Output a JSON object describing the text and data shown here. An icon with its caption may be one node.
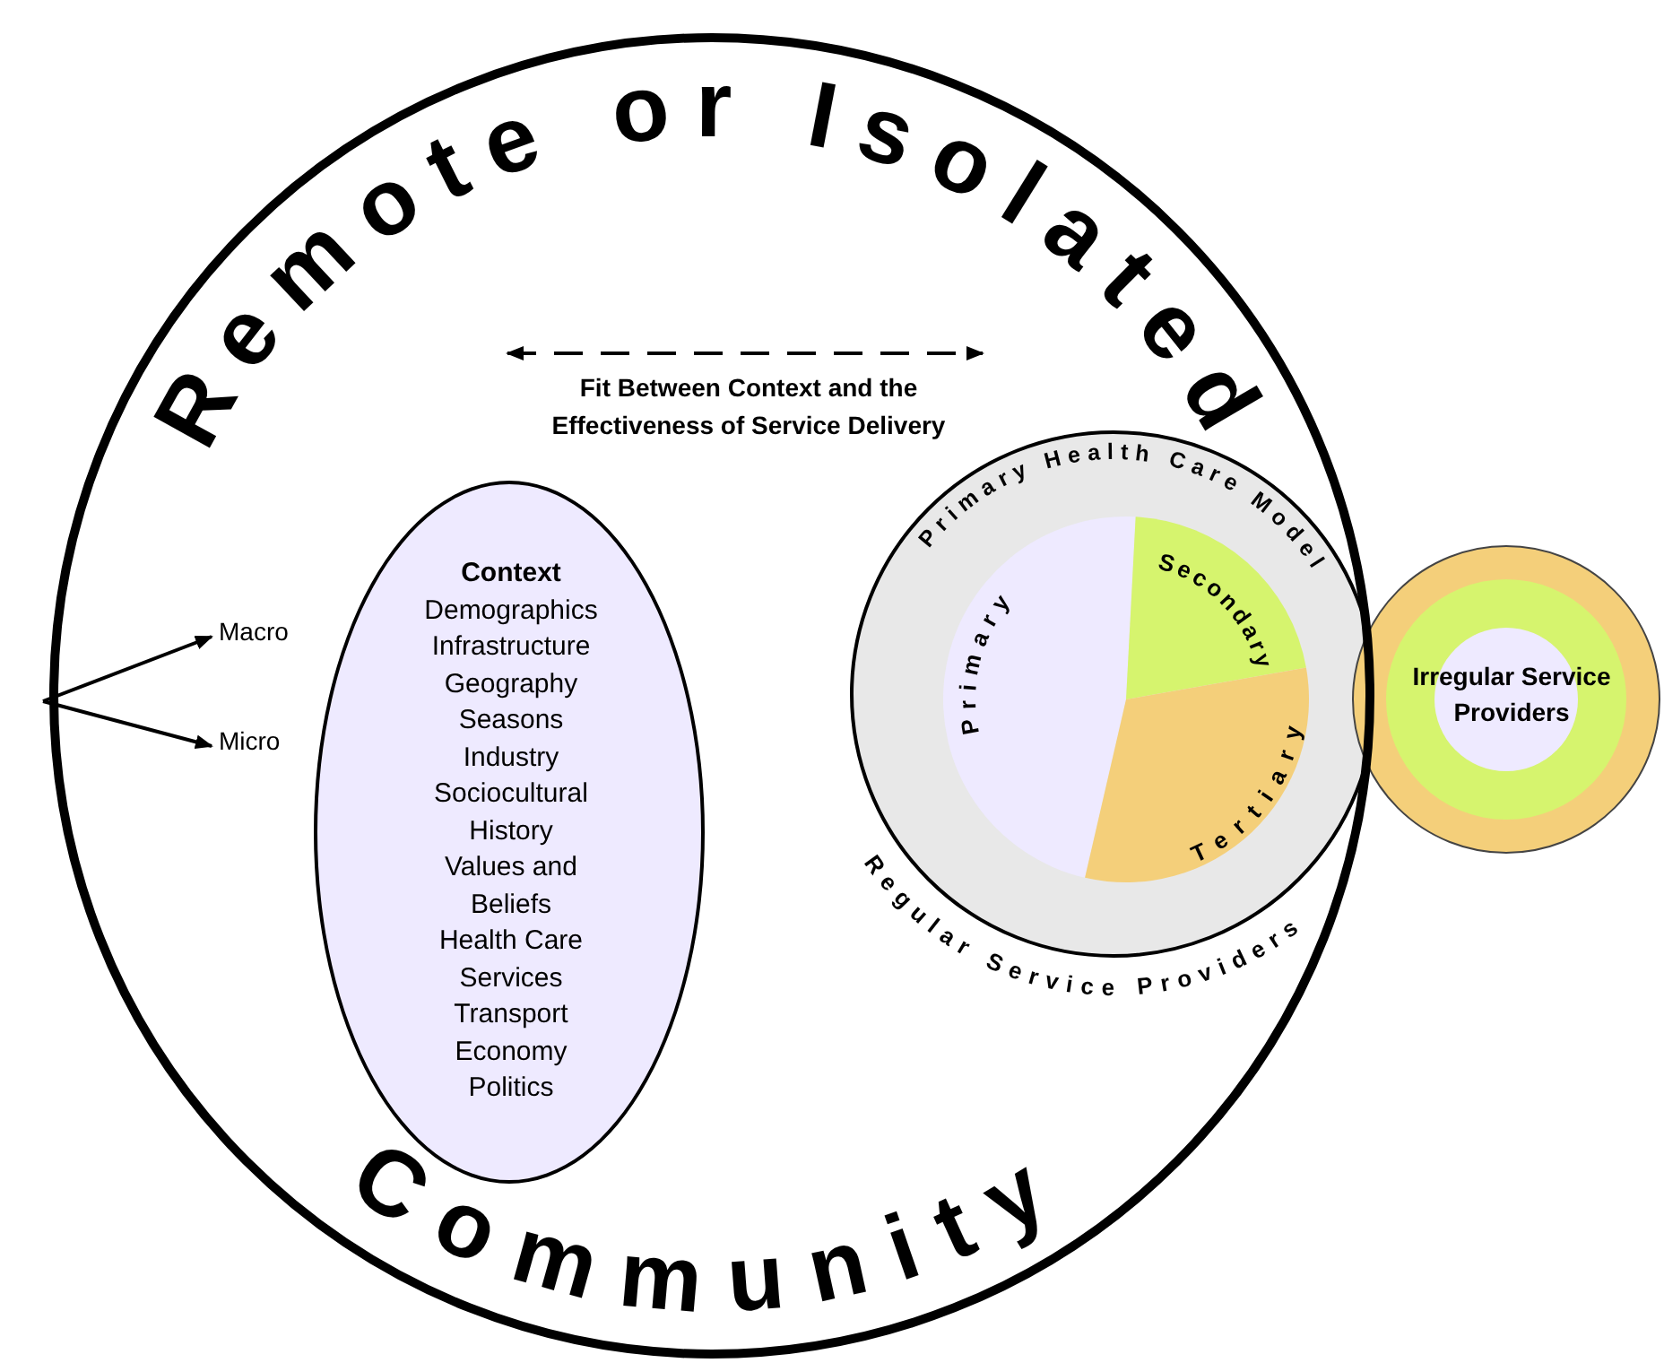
{
  "diagram": {
    "nodes": [
      {
        "text": [
          "Remote or Isolated",
          "Community"
        ]
      },
      {
        "text": [
          "Context",
          "Demographics",
          "Infrastructure",
          "Geography",
          "Seasons",
          "Industry",
          "Sociocultural",
          "History",
          "Values and Beliefs",
          "Health Care Services",
          "Transport",
          "Economy",
          "Politics"
        ],
        "in": 0
      },
      {
        "text": [
          "Primary Health Care Model",
          "Regular Service Providers"
        ],
        "in": 0
      },
      {
        "text": [
          "Primary"
        ],
        "in": 2
      },
      {
        "text": [
          "Secondary"
        ],
        "in": 2
      },
      {
        "text": [
          "Tertiary"
        ],
        "in": 2
      },
      {
        "text": [
          "Irregular Service Providers"
        ]
      },
      {
        "text": [
          "Macro"
        ],
        "in": 0
      },
      {
        "text": [
          "Micro"
        ],
        "in": 0
      }
    ],
    "edges": [
      {
        "from": null,
        "to": 7,
        "arrow": "to"
      },
      {
        "from": null,
        "to": 8,
        "arrow": "to"
      }
    ],
    "labels": [
      "Fit Between Context and the Effectiveness of Service Delivery"
    ]
  }
}
